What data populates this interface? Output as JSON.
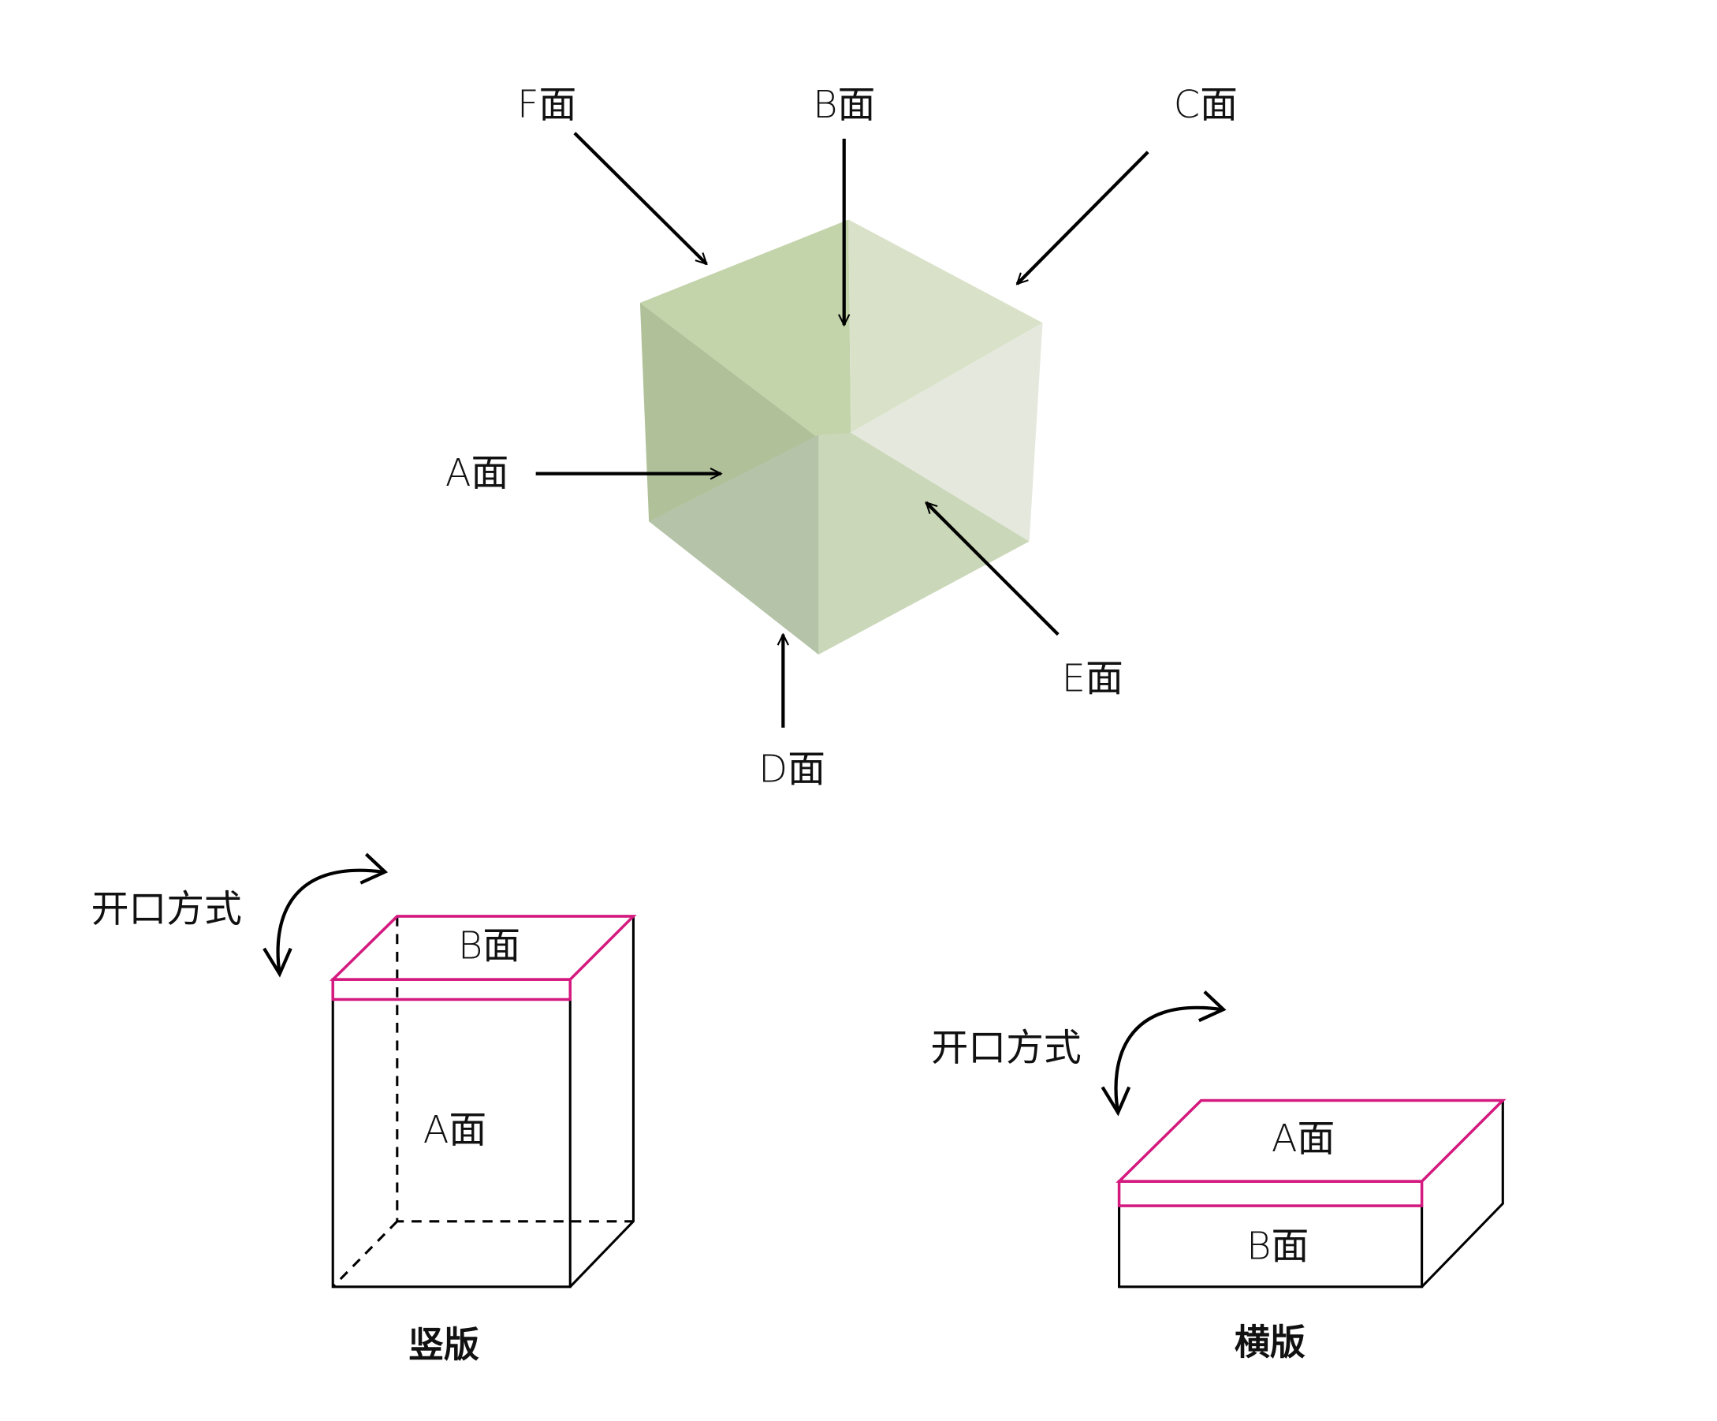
{
  "cube": {
    "labels": {
      "F": "F面",
      "B": "B面",
      "C": "C面",
      "A": "A面",
      "E": "E面",
      "D": "D面"
    },
    "colors": {
      "top": "#c3d3aa",
      "top_right": "#d9e2c9",
      "left": "#b0c19a",
      "bottom_left": "#b5c4a8",
      "front_right": "#cad7b8",
      "right": "#e4e8dd"
    }
  },
  "vertical_box": {
    "opening_label": "开口方式",
    "top_label": "B面",
    "front_label": "A面",
    "caption": "竖版"
  },
  "horizontal_box": {
    "opening_label": "开口方式",
    "top_label": "A面",
    "front_label": "B面",
    "caption": "横版"
  },
  "accent_color": "#d41a7f"
}
